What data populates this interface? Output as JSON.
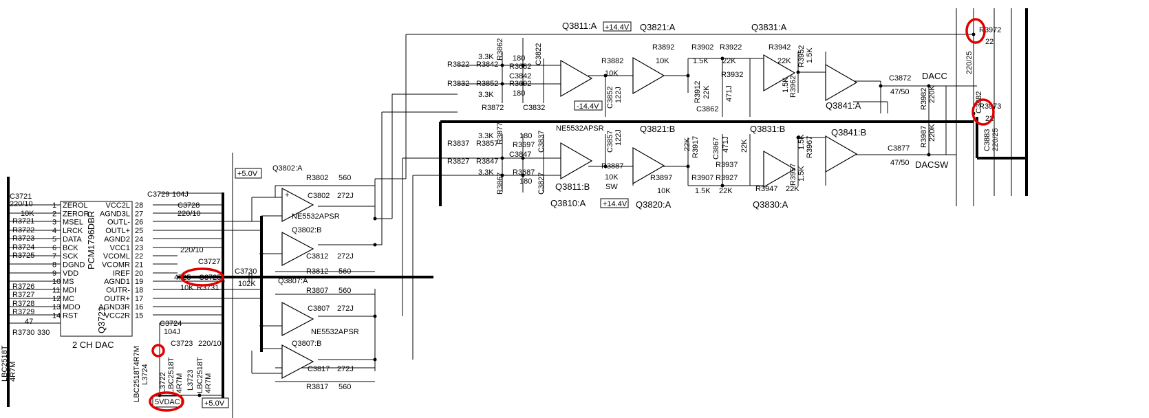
{
  "colors": {
    "ink": "#000000",
    "highlight": "#e00000",
    "background": "#ffffff"
  },
  "dac": {
    "ref": "Q3721",
    "part": "PCM1796DBR",
    "title": "2 CH DAC",
    "left_pins": [
      {
        "num": "1",
        "name": "ZEROL"
      },
      {
        "num": "2",
        "name": "ZEROR"
      },
      {
        "num": "3",
        "name": "MSEL"
      },
      {
        "num": "4",
        "name": "LRCK"
      },
      {
        "num": "5",
        "name": "DATA"
      },
      {
        "num": "6",
        "name": "BCK"
      },
      {
        "num": "7",
        "name": "SCK"
      },
      {
        "num": "8",
        "name": "DGND"
      },
      {
        "num": "9",
        "name": "VDD"
      },
      {
        "num": "10",
        "name": "MS"
      },
      {
        "num": "11",
        "name": "MDI"
      },
      {
        "num": "12",
        "name": "MC"
      },
      {
        "num": "13",
        "name": "MDO"
      },
      {
        "num": "14",
        "name": "RST"
      }
    ],
    "right_pins": [
      {
        "num": "28",
        "name": "VCC2L"
      },
      {
        "num": "27",
        "name": "AGND3L"
      },
      {
        "num": "26",
        "name": "OUTL-"
      },
      {
        "num": "25",
        "name": "OUTL+"
      },
      {
        "num": "24",
        "name": "AGND2"
      },
      {
        "num": "23",
        "name": "VCC1"
      },
      {
        "num": "22",
        "name": "VCOML"
      },
      {
        "num": "21",
        "name": "VCOMR"
      },
      {
        "num": "20",
        "name": "IREF"
      },
      {
        "num": "19",
        "name": "AGND1"
      },
      {
        "num": "18",
        "name": "OUTR-"
      },
      {
        "num": "17",
        "name": "OUTR+"
      },
      {
        "num": "16",
        "name": "AGND3R"
      },
      {
        "num": "15",
        "name": "VCC2R"
      }
    ]
  },
  "left_resistors": [
    "R3721",
    "R3722",
    "R3723",
    "R3724",
    "R3725",
    "R3726",
    "R3727",
    "R3728",
    "R3729"
  ],
  "labels": {
    "c3721": "C3721",
    "c3721_val": "220/10",
    "r_10k": "10K",
    "r3730": "R3730",
    "r3730_val": "330",
    "r_47": "47",
    "lbc_left": "LBC2518T",
    "lbc_left_val": "4R7M",
    "c3729": "C3729",
    "c3729_val": "104J",
    "c3728": "C3728",
    "c3728_val": "220/10",
    "c3727_val": "220/10",
    "c3727": "C3727",
    "c3725": "C3725",
    "r3731_val": "10K",
    "r3731": "R3731",
    "r_4725": "4725",
    "c3730": "C3730",
    "c3730_val": "102K",
    "c3724": "C3724",
    "c3724_val": "104J",
    "c3723": "C3723",
    "c3723_val": "220/10",
    "lbc_a": "LBC2518T4R7M",
    "l3724": "L3724",
    "l3722": "L3722",
    "lbc_b": "LBC2518T",
    "lbc_b_val": "4R7M",
    "l3723": "L3723",
    "lbc_c": "LBC2518T",
    "lbc_c_val": "4R7M",
    "vdac": "5VDAC",
    "p5v_a": "+5.0V",
    "p5v_b": "+5.0V",
    "q3802a": "Q3802:A",
    "r3802": "R3802",
    "r3802_val": "560",
    "c3802": "C3802",
    "c3802_val": "272J",
    "ne_a": "NE5532APSR",
    "q3802b": "Q3802:B",
    "c3812": "C3812",
    "c3812_val": "272J",
    "r3812": "R3812",
    "r3812_val": "560",
    "q3807a": "Q3807:A",
    "r3807": "R3807",
    "r3807_val": "560",
    "c3807": "C3807",
    "c3807_val": "272J",
    "ne_b": "NE5532APSR",
    "q3807b": "Q3807:B",
    "c3817": "C3817",
    "c3817_val": "272J",
    "r3817": "R3817",
    "r3817_val": "560",
    "r3822": "R3822",
    "r3842": "R3842",
    "r3832": "R3832",
    "r3852": "R3852",
    "r3862": "R3862",
    "r3872": "R3872",
    "v33a": "3.3K",
    "v33b": "3.3K",
    "r3682": "R3682",
    "r3692": "R3692",
    "v180a": "180",
    "v180b": "180",
    "c3822": "C3822",
    "c3842": "C3842",
    "c3832": "C3832",
    "q3811a": "Q3811:A",
    "p144a": "+14.4V",
    "m144": "-14.4V",
    "r3882": "R3882",
    "v10ka": "10K",
    "c3852": "C3852",
    "v122j_a": "122J",
    "q3821a": "Q3821:A",
    "r3892": "R3892",
    "v10kb": "10K",
    "r3902": "R3902",
    "v15ka": "1.5K",
    "r3922": "R3922",
    "v22ka": "22K",
    "r3932": "R3932",
    "r3912": "R3912",
    "v22kb": "22K",
    "c3862": "C3862",
    "v471j_a": "471J",
    "q3831a": "Q3831:A",
    "r3942": "R3942",
    "v22kc": "22K",
    "r3952": "R3952",
    "v15kb": "1.5K",
    "r3962": "R3962",
    "v15kc": "1.5K",
    "q3841a": "Q3841:A",
    "c3872": "C3872",
    "v4750a": "47/50",
    "dacc": "DACC",
    "r3982": "R3982",
    "v220k_a": "220K",
    "ne_c": "NE5532APSR",
    "r3837": "R3837",
    "r3857": "R3857",
    "r3827": "R3827",
    "r3847": "R3847",
    "r3877": "R3877",
    "r3867": "R3867",
    "v33c": "3.3K",
    "v33d": "3.3K",
    "r3697": "R3697",
    "r3687": "R3687",
    "v180c": "180",
    "v180d": "180",
    "c3847": "C3847",
    "c3837": "C3837",
    "c3827": "C3827",
    "q3811b": "Q3811:B",
    "r3887": "R3887",
    "v10kc": "10K",
    "sw": "SW",
    "c3857": "C3857",
    "v122j_b": "122J",
    "q3821b": "Q3821:B",
    "r3897": "R3897",
    "v10kd": "10K",
    "r3917": "R3917",
    "v22kd": "22K",
    "r3907": "R3907",
    "v15kd": "1.5K",
    "c3867": "C3867",
    "v471j_b": "471J",
    "q3831b": "Q3831:B",
    "r3937": "R3937",
    "v22ke": "22K",
    "r3927": "R3927",
    "v22kf": "22K",
    "r3947": "R3947",
    "v22kg": "22K",
    "r3957": "R3957",
    "v15ke": "1.5K",
    "r3967": "R3967",
    "v15kf": "1.5K",
    "q3841b": "Q3841:B",
    "c3877": "C3877",
    "v4750b": "47/50",
    "dacsw": "DACSW",
    "r3987": "R3987",
    "v220k_b": "220K",
    "q3810a": "Q3810:A",
    "p144b": "+14.4V",
    "q3820a": "Q3820:A",
    "q3830a": "Q3830:A",
    "r3972": "R3972",
    "v22a": "22",
    "r3973": "R3973",
    "v22b": "22",
    "c3882": "C3882",
    "v22025a": "220/25",
    "c3883": "C3883",
    "v22025b": "220/25"
  }
}
